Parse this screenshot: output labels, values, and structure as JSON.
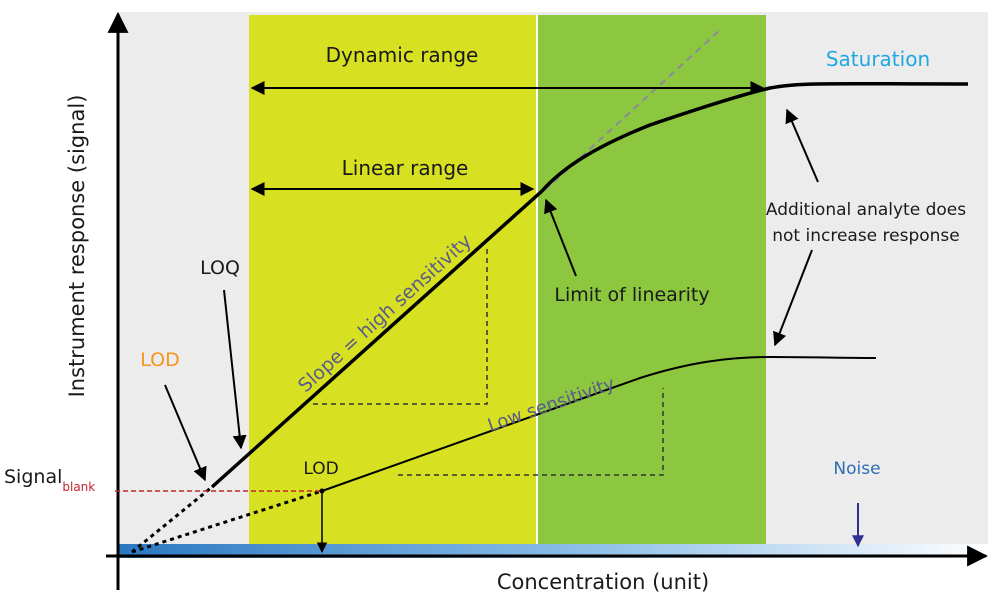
{
  "title": "Instrument response vs concentration (calibration curve)",
  "axes": {
    "y_label": "Instrument response (signal)",
    "x_label": "Concentration (unit)"
  },
  "regions": {
    "linear_zone_color": "#d7e021",
    "nonlinear_zone_color": "#8dc63f",
    "background_color": "#ececec"
  },
  "labels": {
    "dynamic_range": "Dynamic range",
    "linear_range": "Linear range",
    "saturation": "Saturation",
    "additional_line1": "Additional analyte does",
    "additional_line2": "not increase response",
    "limit_of_linearity": "Limit of linearity",
    "slope_high": "Slope = high sensitivity",
    "low_sensitivity": "Low sensitivity",
    "loq": "LOQ",
    "lod_high": "LOD",
    "lod_low": "LOD",
    "signal": "Signal",
    "signal_sub": "blank",
    "noise": "Noise"
  },
  "colors": {
    "saturation": "#1fa8e0",
    "lod_high": "#f7941d",
    "signal_blank": "#c1272d",
    "noise": "#2e6db4",
    "slope_label": "#5b5b8a",
    "curve": "#000000"
  }
}
